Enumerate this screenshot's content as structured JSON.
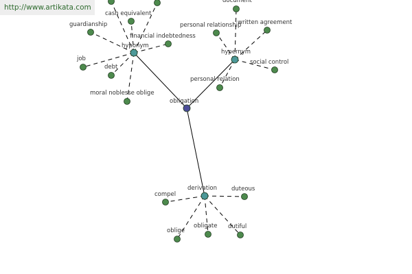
{
  "watermark": {
    "text": "http://www.artikata.com"
  },
  "colors": {
    "center_node": "#4d4d99",
    "relation_node": "#4d9999",
    "leaf_node": "#4d8a4d",
    "edge": "#000000"
  },
  "graph": {
    "center": {
      "id": "obligation",
      "label": "obligation"
    },
    "relations": [
      {
        "id": "hyponym",
        "label": "hyponym"
      },
      {
        "id": "hypernym",
        "label": "hypernym"
      },
      {
        "id": "derivation",
        "label": "derivation"
      }
    ],
    "leaves": [
      {
        "id": "leaf-top-1",
        "parent": "hyponym",
        "label": ""
      },
      {
        "id": "leaf-top-2",
        "parent": "hyponym",
        "label": ""
      },
      {
        "id": "cash-equivalent",
        "parent": "hyponym",
        "label": "cash equivalent"
      },
      {
        "id": "guardianship",
        "parent": "hyponym",
        "label": "guardianship"
      },
      {
        "id": "financial-indebtedness",
        "parent": "hyponym",
        "label": "financial indebtedness"
      },
      {
        "id": "job",
        "parent": "hyponym",
        "label": "job"
      },
      {
        "id": "debt",
        "parent": "hyponym",
        "label": "debt"
      },
      {
        "id": "moral-noblesse-oblige",
        "parent": "hyponym",
        "label": "moral noblesse oblige"
      },
      {
        "id": "document",
        "parent": "hypernym",
        "label": "document"
      },
      {
        "id": "personal-relationship",
        "parent": "hypernym",
        "label": "personal relationship"
      },
      {
        "id": "written-agreement",
        "parent": "hypernym",
        "label": "written agreement"
      },
      {
        "id": "social-control",
        "parent": "hypernym",
        "label": "social control"
      },
      {
        "id": "personal-relation",
        "parent": "hypernym",
        "label": "personal relation"
      },
      {
        "id": "compel",
        "parent": "derivation",
        "label": "compel"
      },
      {
        "id": "duteous",
        "parent": "derivation",
        "label": "duteous"
      },
      {
        "id": "oblige",
        "parent": "derivation",
        "label": "oblige"
      },
      {
        "id": "obligate",
        "parent": "derivation",
        "label": "obligate"
      },
      {
        "id": "dutiful",
        "parent": "derivation",
        "label": "dutiful"
      }
    ]
  }
}
